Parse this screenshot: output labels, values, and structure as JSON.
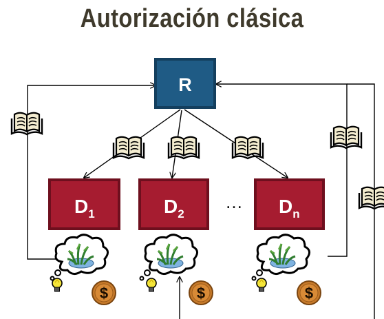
{
  "title": "Autorización clásica",
  "nodes": {
    "root": "R",
    "d1": {
      "base": "D",
      "sub": "1"
    },
    "d2": {
      "base": "D",
      "sub": "2"
    },
    "dn": {
      "base": "D",
      "sub": "n"
    }
  },
  "ellipsis": "…",
  "currency_symbol": "$",
  "icons": [
    "book-icon",
    "thought-cloud-icon",
    "plant-icon",
    "lightbulb-icon",
    "coin-icon"
  ],
  "colors": {
    "root_fill": "#1f5b85",
    "root_border": "#143f5e",
    "dept_fill": "#a61c30",
    "dept_border": "#6e0f1e",
    "title": "#3f3a2c",
    "coin": "#c77a2a",
    "bulb": "#f5e63a"
  }
}
